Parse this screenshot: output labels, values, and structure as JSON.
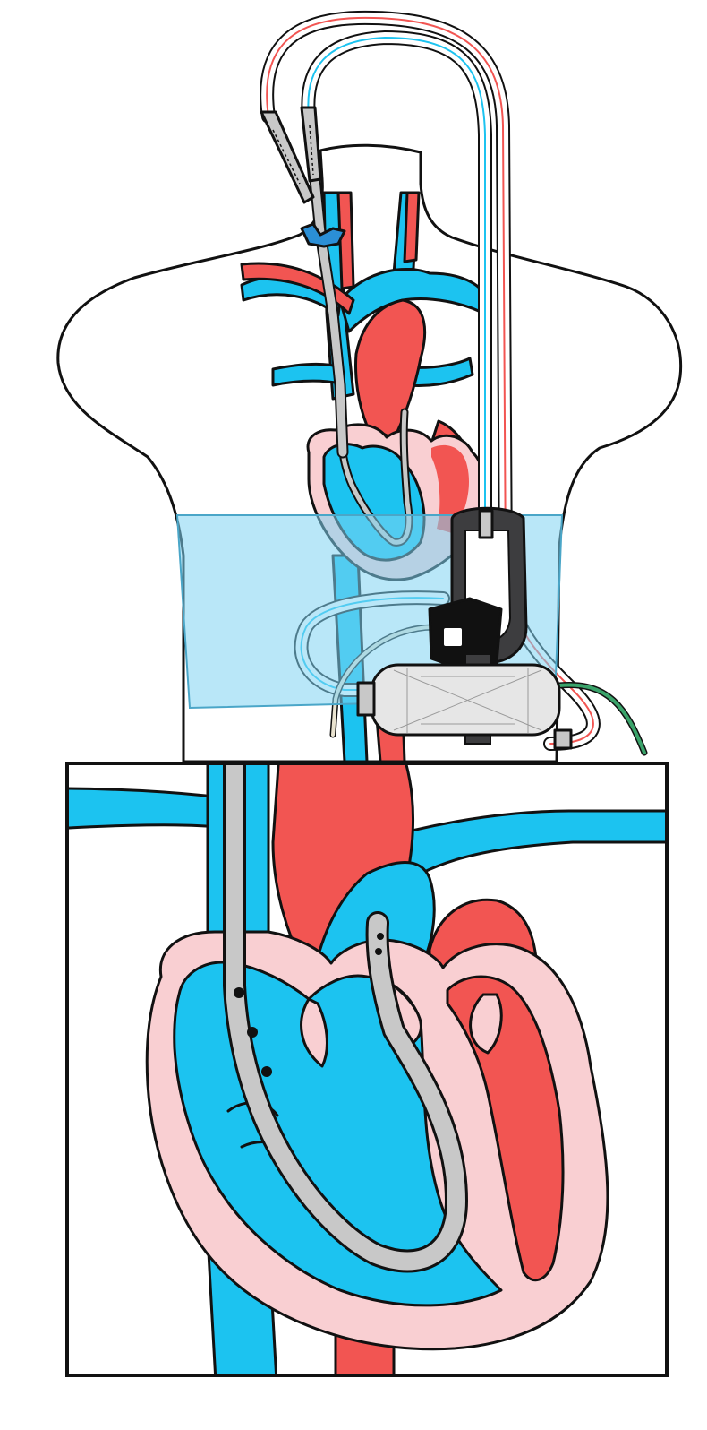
{
  "colors": {
    "venous": "#1cc3f0",
    "arterial": "#f25552",
    "myocardium": "#f9cfd2",
    "cannula": "#c8c8c8",
    "outline": "#111111",
    "belt": "#7fd3f2",
    "pump_body": "#3d3d3f",
    "oxygenator": "#e6e6e6",
    "gas_line": "#3aa36a",
    "clamp": "#2b8fd6"
  },
  "icons": {
    "torso": "torso-silhouette",
    "pump": "blood-pump",
    "oxygenator": "oxygenator-cylinder",
    "belt": "wearable-belt",
    "inset": "heart-cross-section"
  }
}
